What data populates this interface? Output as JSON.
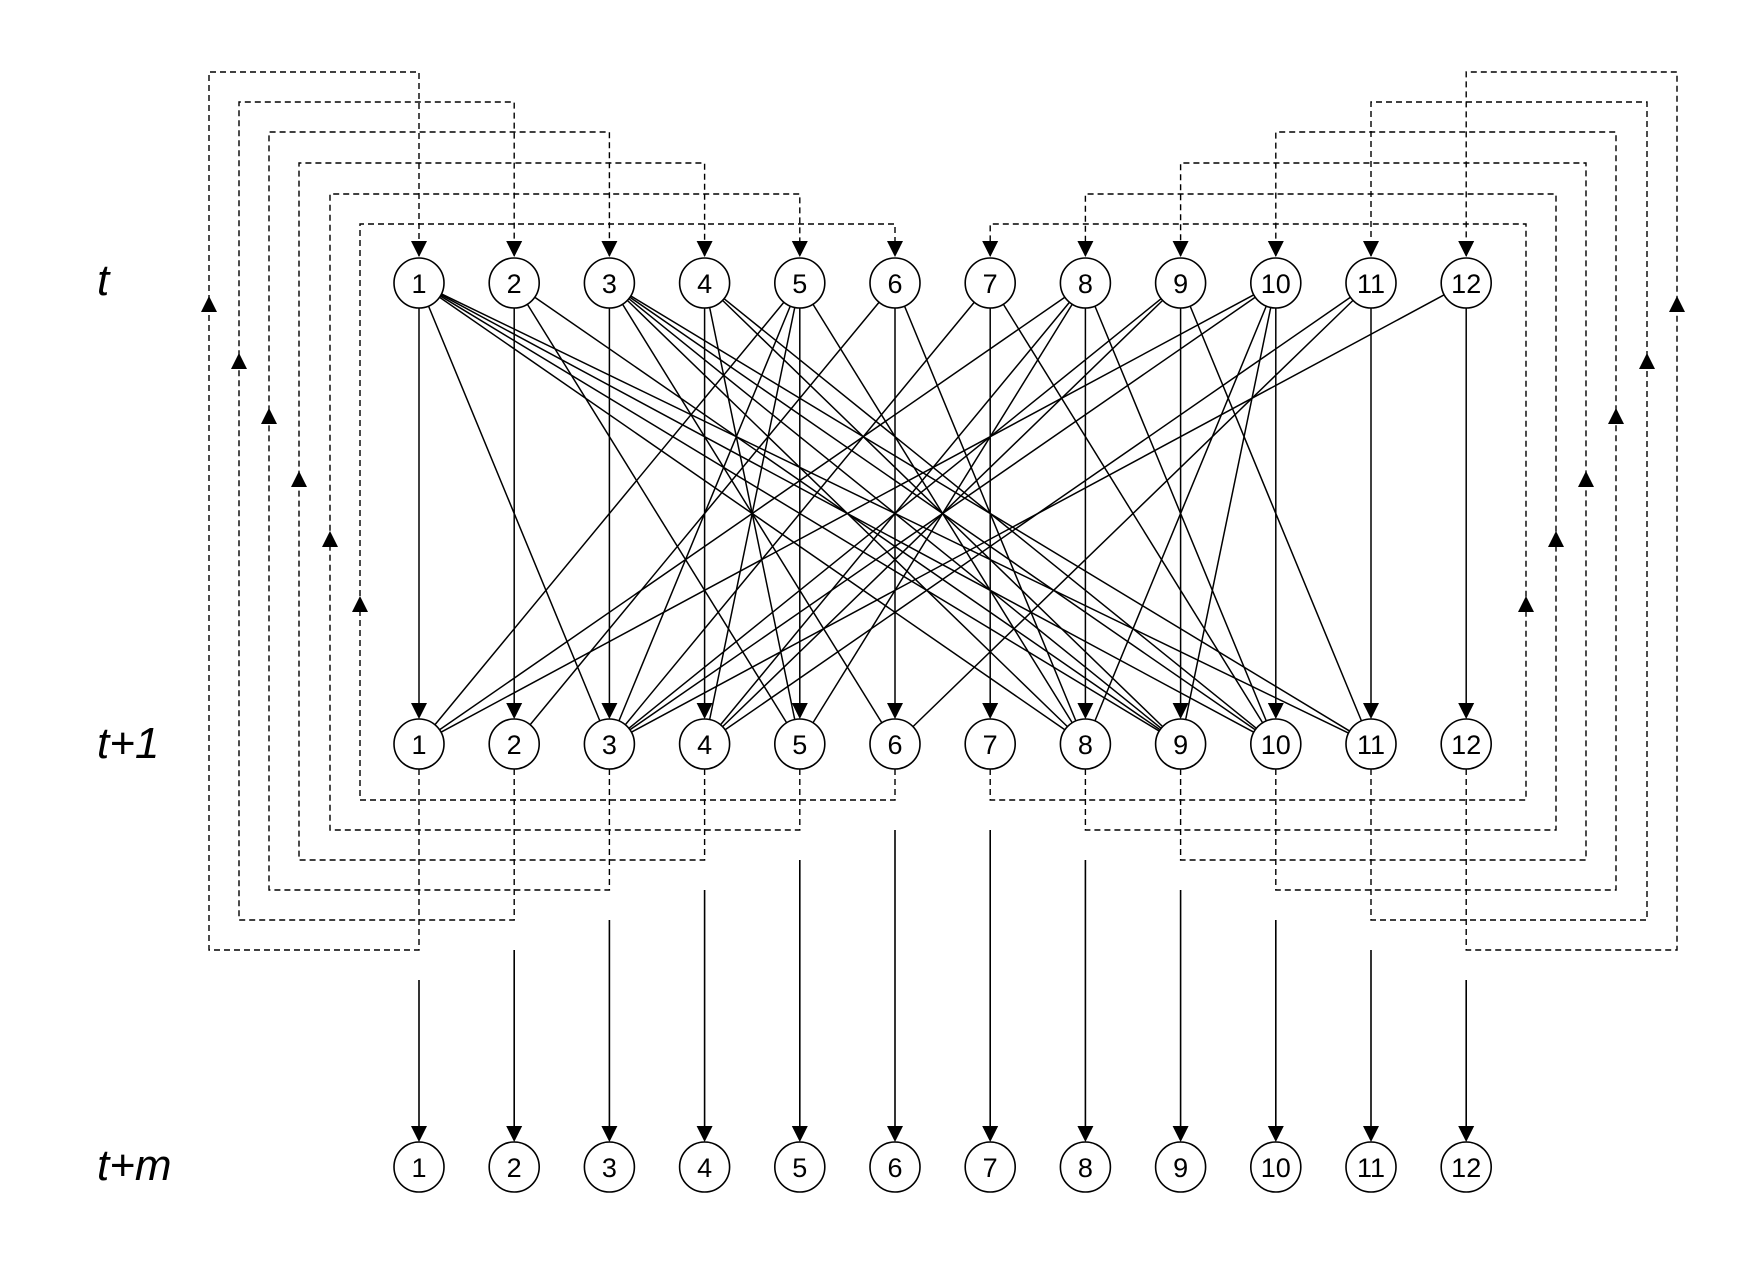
{
  "row_labels": {
    "t": "t",
    "t1": "t+1",
    "tm": "t+m"
  },
  "nodes": [
    "1",
    "2",
    "3",
    "4",
    "5",
    "6",
    "7",
    "8",
    "9",
    "10",
    "11",
    "12"
  ],
  "edges": [
    [
      1,
      1
    ],
    [
      1,
      3
    ],
    [
      1,
      8
    ],
    [
      1,
      9
    ],
    [
      1,
      10
    ],
    [
      1,
      11
    ],
    [
      2,
      2
    ],
    [
      2,
      5
    ],
    [
      2,
      9
    ],
    [
      3,
      3
    ],
    [
      3,
      6
    ],
    [
      3,
      8
    ],
    [
      3,
      9
    ],
    [
      3,
      10
    ],
    [
      3,
      11
    ],
    [
      4,
      4
    ],
    [
      4,
      5
    ],
    [
      4,
      9
    ],
    [
      4,
      10
    ],
    [
      5,
      1
    ],
    [
      5,
      3
    ],
    [
      5,
      4
    ],
    [
      5,
      5
    ],
    [
      5,
      8
    ],
    [
      6,
      2
    ],
    [
      6,
      6
    ],
    [
      6,
      8
    ],
    [
      7,
      3
    ],
    [
      7,
      7
    ],
    [
      7,
      10
    ],
    [
      8,
      1
    ],
    [
      8,
      4
    ],
    [
      8,
      5
    ],
    [
      8,
      8
    ],
    [
      8,
      10
    ],
    [
      9,
      3
    ],
    [
      9,
      4
    ],
    [
      9,
      9
    ],
    [
      9,
      11
    ],
    [
      10,
      1
    ],
    [
      10,
      3
    ],
    [
      10,
      8
    ],
    [
      10,
      9
    ],
    [
      10,
      10
    ],
    [
      11,
      4
    ],
    [
      11,
      6
    ],
    [
      11,
      11
    ],
    [
      12,
      3
    ],
    [
      12,
      12
    ]
  ],
  "colors": {
    "line": "#000000",
    "background": "#ffffff"
  }
}
